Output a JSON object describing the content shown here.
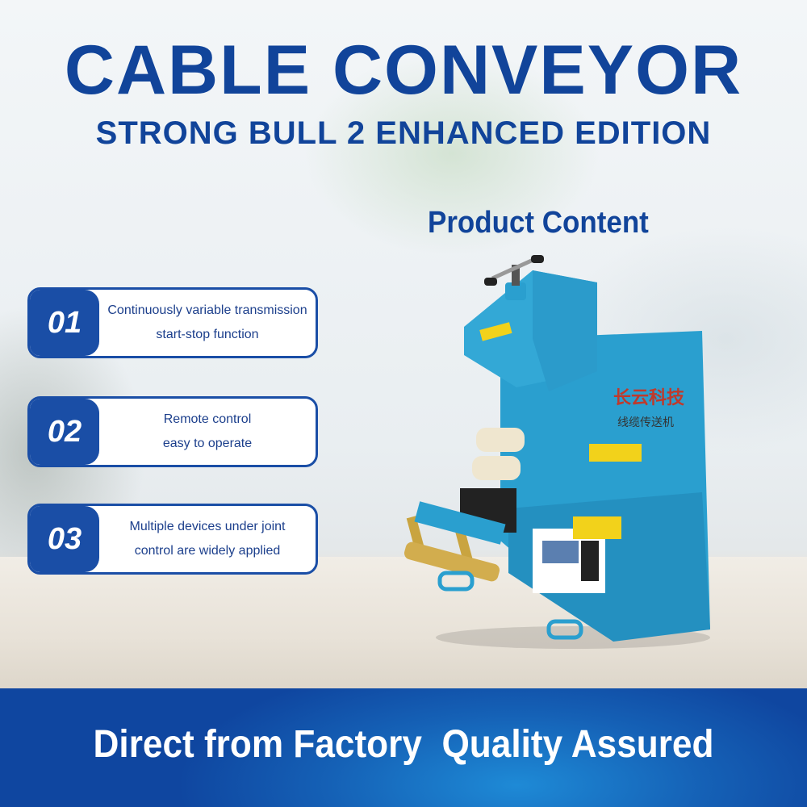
{
  "header": {
    "title": "CABLE CONVEYOR",
    "subtitle": "STRONG BULL 2 ENHANCED EDITION"
  },
  "section_title": "Product Content",
  "features": [
    {
      "number": "01",
      "line1": "Continuously variable transmission",
      "line2": "start-stop function"
    },
    {
      "number": "02",
      "line1": "Remote control",
      "line2": "easy to operate"
    },
    {
      "number": "03",
      "line1": "Multiple devices under joint",
      "line2": "control are widely applied"
    }
  ],
  "product_image": {
    "label_brand": "长云科技",
    "label_product": "线缆传送机"
  },
  "banner": {
    "text": "Direct from Factory  Quality Assured"
  },
  "colors": {
    "primary_blue": "#11449a",
    "badge_blue": "#1a4ea6",
    "machine_blue": "#2a9fcf",
    "banner_light": "#1e8ad6"
  }
}
